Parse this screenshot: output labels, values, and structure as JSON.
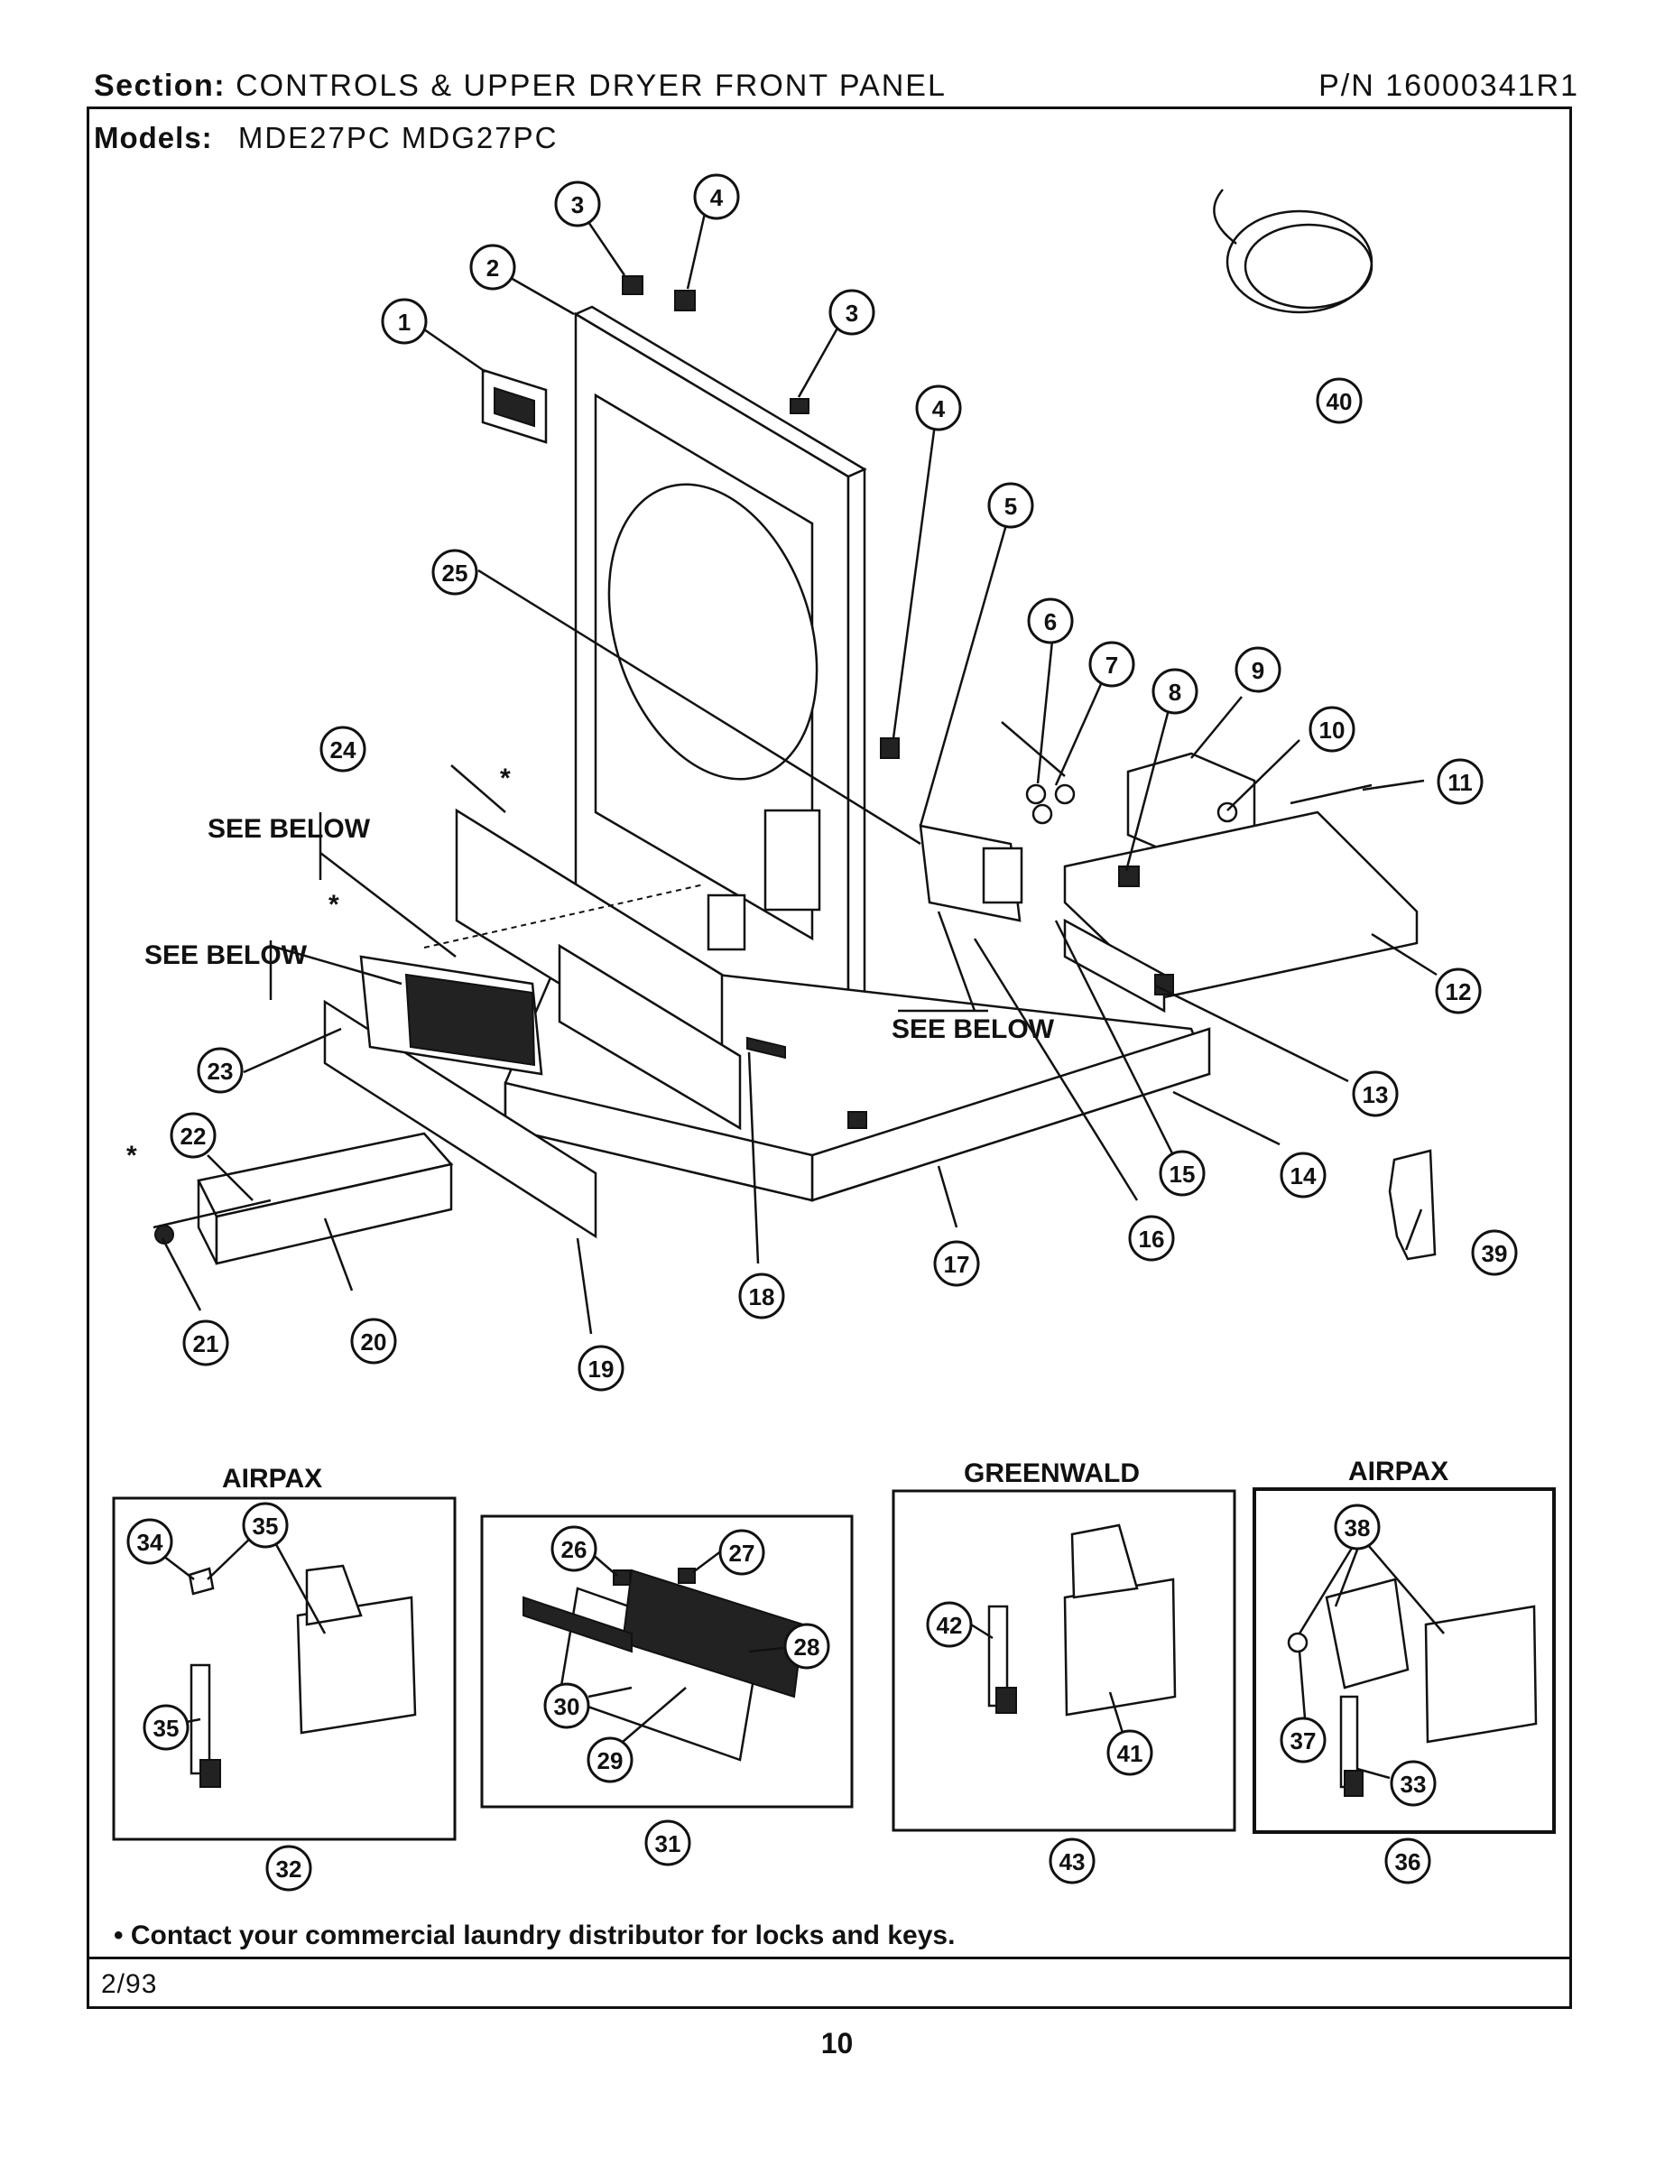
{
  "header": {
    "section_label": "Section:",
    "section_value": "CONTROLS & UPPER DRYER FRONT PANEL",
    "part_number": "P/N 16000341R1"
  },
  "models": {
    "label": "Models:",
    "values": "MDE27PC   MDG27PC"
  },
  "diagram": {
    "callouts": [
      "1",
      "2",
      "3",
      "3",
      "4",
      "4",
      "5",
      "6",
      "7",
      "8",
      "9",
      "10",
      "11",
      "12",
      "13",
      "14",
      "15",
      "16",
      "17",
      "18",
      "19",
      "20",
      "21",
      "22",
      "23",
      "24",
      "25",
      "39",
      "40"
    ],
    "see_below_labels": [
      "SEE BELOW",
      "SEE BELOW",
      "SEE BELOW"
    ],
    "asterisk": "*",
    "insets": [
      {
        "title": "AIRPAX",
        "callouts": [
          "34",
          "35",
          "35"
        ],
        "assembly": "32"
      },
      {
        "title": "",
        "callouts": [
          "26",
          "27",
          "28",
          "29",
          "30"
        ],
        "assembly": "31"
      },
      {
        "title": "GREENWALD",
        "callouts": [
          "42",
          "41"
        ],
        "assembly": "43"
      },
      {
        "title": "AIRPAX",
        "callouts": [
          "38",
          "37",
          "33"
        ],
        "assembly": "36"
      }
    ]
  },
  "footer": {
    "note": "• Contact your commercial laundry distributor for locks and keys.",
    "date": "2/93",
    "page_number": "10"
  }
}
